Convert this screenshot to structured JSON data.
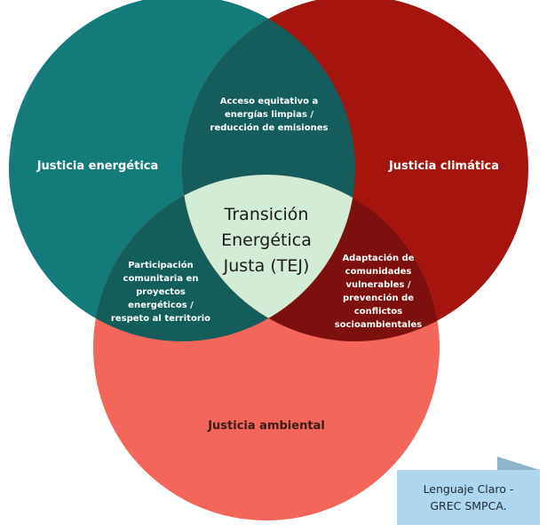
{
  "circles": {
    "energetica": {
      "label": "Justicia energética",
      "color": "#137b7a"
    },
    "climatica": {
      "label": "Justicia climática",
      "color": "#a5150e"
    },
    "ambiental": {
      "label": "Justicia ambiental",
      "color": "#f4665a"
    }
  },
  "intersections": {
    "energetica_climatica": {
      "label": "Acceso equitativo a energías limpias / reducción de emisiones",
      "color": "#155c5d"
    },
    "energetica_ambiental": {
      "label": "Participación comunitaria en proyectos energéticos / respeto al territorio",
      "color": "#135e5b"
    },
    "climatica_ambiental": {
      "label": "Adaptación de comunidades vulnerables / prevención de conflictos socioambientales",
      "color": "#7d0f0e"
    },
    "center": {
      "label": "Transición Energética Justa (TEJ)",
      "color": "#d3ecd5"
    }
  },
  "note": "Lenguaje Claro - GREC SMPCA."
}
